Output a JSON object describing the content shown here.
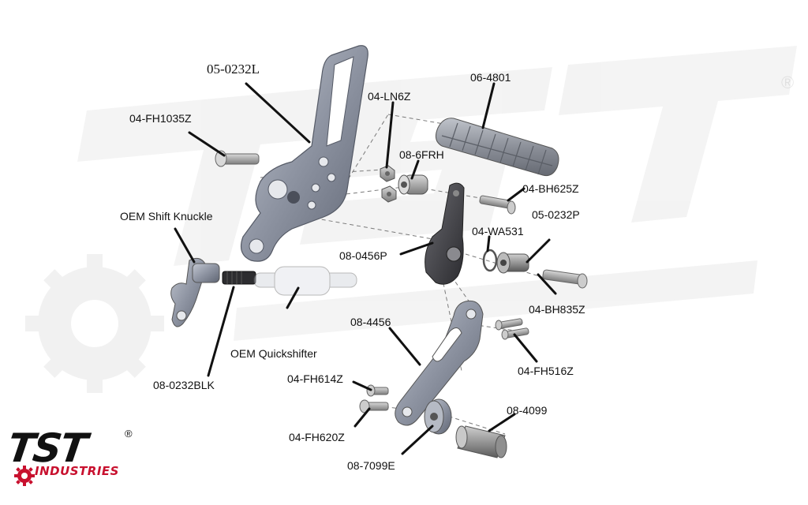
{
  "labels": {
    "p_05_0232L": "05-0232L",
    "p_04_FH1035Z": "04-FH1035Z",
    "p_04_LN6Z": "04-LN6Z",
    "p_06_4801": "06-4801",
    "p_08_6FRH": "08-6FRH",
    "p_04_BH625Z": "04-BH625Z",
    "p_oem_knuckle": "OEM Shift Knuckle",
    "p_04_WA531": "04-WA531",
    "p_05_0232P": "05-0232P",
    "p_08_0456P": "08-0456P",
    "p_04_BH835Z": "04-BH835Z",
    "p_08_4456": "08-4456",
    "p_oem_quickshifter": "OEM Quickshifter",
    "p_04_FH516Z": "04-FH516Z",
    "p_08_0232BLK": "08-0232BLK",
    "p_04_FH614Z": "04-FH614Z",
    "p_08_4099": "08-4099",
    "p_04_FH620Z": "04-FH620Z",
    "p_08_7099E": "08-7099E"
  },
  "logo": {
    "wordmark": "TST",
    "subtext": "INDUSTRIES",
    "registered": "®"
  },
  "colors": {
    "metal": "#9aa0ad",
    "metal_dark": "#5d6270",
    "black_part": "#3a3a3e",
    "leader": "#111111",
    "dashed": "#7a7a7a",
    "brand_red": "#c8102e"
  }
}
